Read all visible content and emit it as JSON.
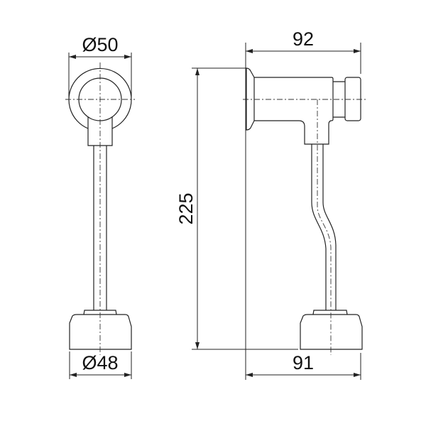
{
  "drawing": {
    "dimensions": {
      "front_top_diameter": "Ø50",
      "front_base_diameter": "Ø48",
      "side_height": "225",
      "side_top_width": "92",
      "side_base_width": "91"
    },
    "colors": {
      "line": "#222222",
      "background": "#ffffff"
    }
  }
}
